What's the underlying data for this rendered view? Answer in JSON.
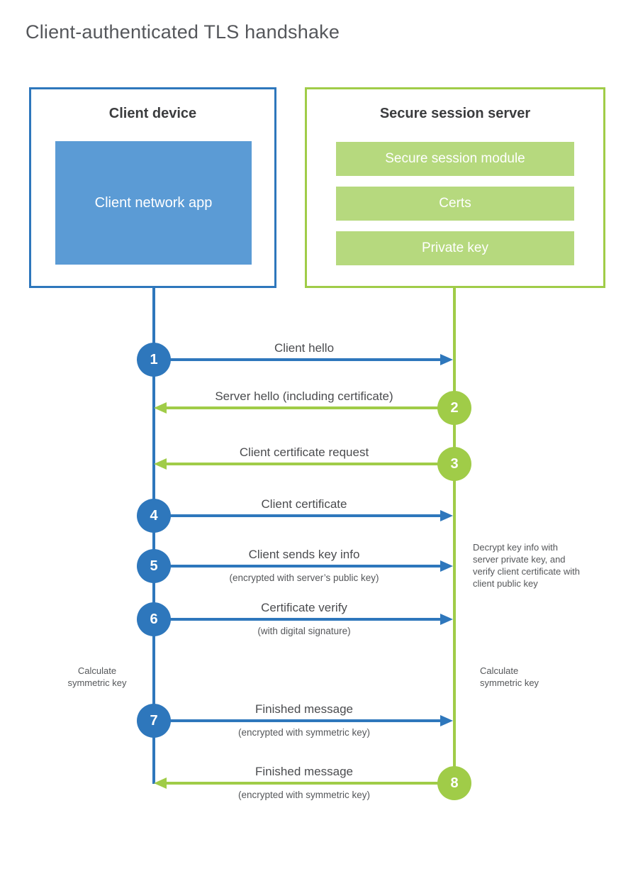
{
  "title": "Client-authenticated TLS handshake",
  "client": {
    "title": "Client device",
    "app_label": "Client network app"
  },
  "server": {
    "title": "Secure session server",
    "modules": [
      "Secure session module",
      "Certs",
      "Private key"
    ]
  },
  "messages": [
    {
      "num": "1",
      "label": "Client hello",
      "sub": "",
      "from": "client",
      "direction": "right"
    },
    {
      "num": "2",
      "label": "Server hello (including certificate)",
      "sub": "",
      "from": "server",
      "direction": "left"
    },
    {
      "num": "3",
      "label": "Client certificate request",
      "sub": "",
      "from": "server",
      "direction": "left"
    },
    {
      "num": "4",
      "label": "Client certificate",
      "sub": "",
      "from": "client",
      "direction": "right"
    },
    {
      "num": "5",
      "label": "Client sends key info",
      "sub": "(encrypted with server’s public key)",
      "from": "client",
      "direction": "right"
    },
    {
      "num": "6",
      "label": "Certificate verify",
      "sub": "(with digital signature)",
      "from": "client",
      "direction": "right"
    },
    {
      "num": "7",
      "label": "Finished message",
      "sub": "(encrypted with symmetric key)",
      "from": "client",
      "direction": "right"
    },
    {
      "num": "8",
      "label": "Finished message",
      "sub": "(encrypted with symmetric key)",
      "from": "server",
      "direction": "left"
    }
  ],
  "notes": {
    "decrypt": "Decrypt key info with server private key, and verify client certificate with client public key",
    "calc_left": "Calculate symmetric key",
    "calc_right": "Calculate symmetric key"
  },
  "colors": {
    "blue": "#2e77bc",
    "blue_fill": "#5b9bd5",
    "green": "#a0cc48",
    "green_fill": "#b6d97e"
  }
}
